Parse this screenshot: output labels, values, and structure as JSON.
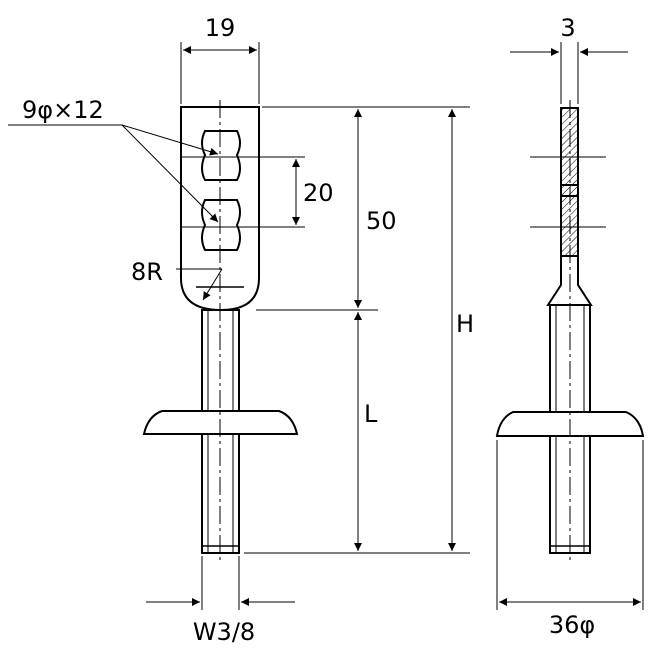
{
  "labels": {
    "width_top": "19",
    "slot": "9φ×12",
    "pitch": "20",
    "head_length": "50",
    "radius": "8R",
    "total_height": "H",
    "thread_length": "L",
    "thread_size": "W3/8",
    "thickness": "3",
    "washer_diameter": "36φ"
  },
  "colors": {
    "line": "#000000",
    "background": "#ffffff"
  }
}
